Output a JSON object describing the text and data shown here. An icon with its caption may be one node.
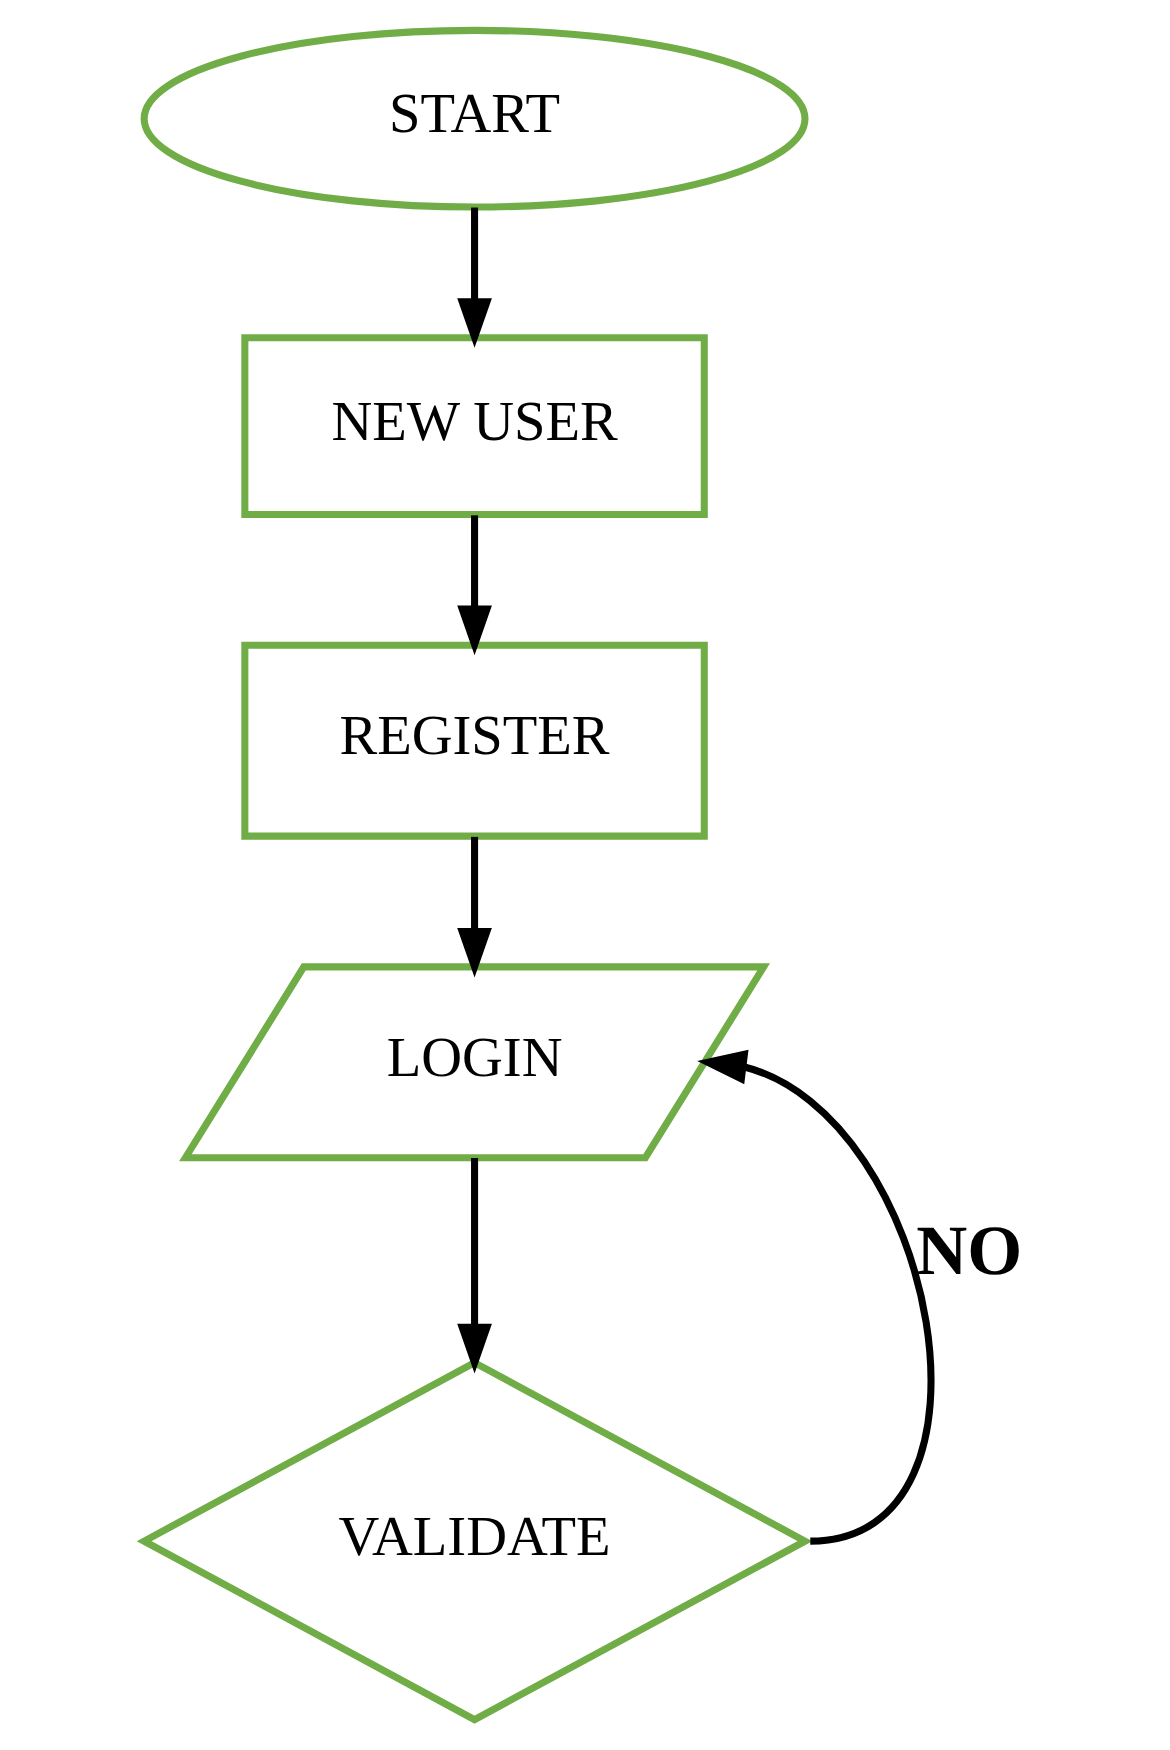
{
  "diagram": {
    "nodes": [
      {
        "text": [
          "START"
        ]
      },
      {
        "text": [
          "NEW USER"
        ]
      },
      {
        "text": [
          "REGISTER"
        ]
      },
      {
        "text": [
          "LOGIN"
        ]
      },
      {
        "text": [
          "VALIDATE"
        ]
      }
    ],
    "edges": [
      {
        "from": 0,
        "to": 1,
        "arrow": "to"
      },
      {
        "from": 1,
        "to": 2,
        "arrow": "to"
      },
      {
        "from": 2,
        "to": 3,
        "arrow": "to"
      },
      {
        "from": 3,
        "to": 4,
        "arrow": "to"
      },
      {
        "from": 4,
        "to": 3,
        "arrow": "to",
        "label": "NO"
      }
    ]
  }
}
